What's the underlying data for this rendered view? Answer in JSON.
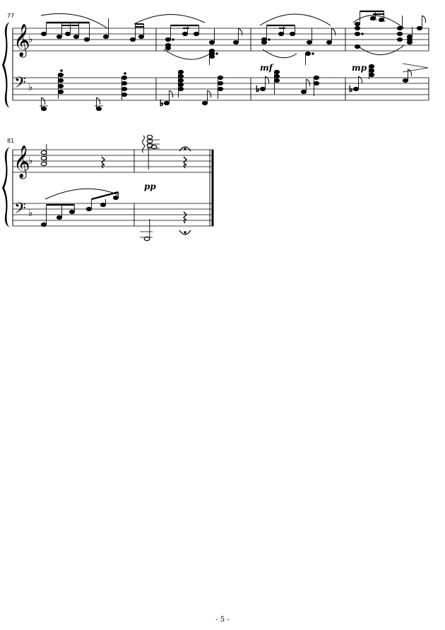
{
  "document": {
    "type": "piano sheet music page",
    "page_number": "- 5 -",
    "key_signature": "F major (one flat)",
    "clefs": [
      "treble",
      "bass"
    ]
  },
  "systems": [
    {
      "first_measure_number": "77",
      "measures": [
        {
          "number": 77,
          "dynamic": ""
        },
        {
          "number": 78,
          "dynamic": ""
        },
        {
          "number": 79,
          "dynamic": "mf"
        },
        {
          "number": 80,
          "dynamic": "mp",
          "hairpin": "decrescendo"
        }
      ]
    },
    {
      "first_measure_number": "81",
      "measures": [
        {
          "number": 81,
          "dynamic": ""
        },
        {
          "number": 82,
          "dynamic": "pp",
          "fermata": true,
          "arpeggio": true,
          "final_barline": true
        }
      ]
    }
  ]
}
